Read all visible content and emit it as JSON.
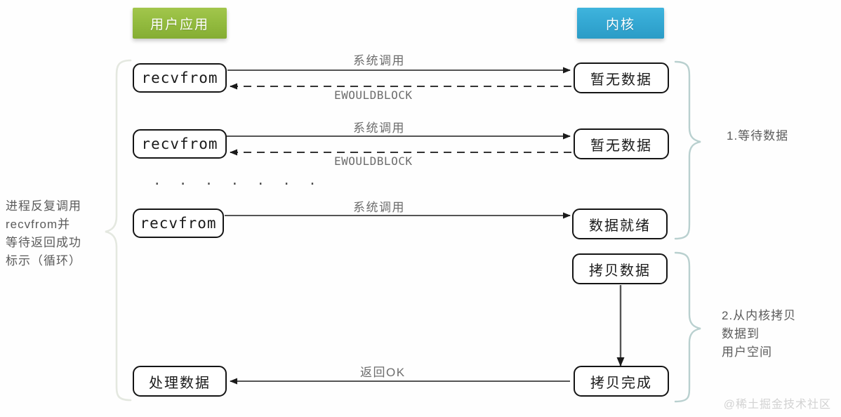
{
  "diagram": {
    "title_user": "用户应用",
    "title_kernel": "内核",
    "watermark": "@稀土掘金技术社区"
  },
  "user_nodes": [
    {
      "id": "recvfrom-1",
      "label": "recvfrom"
    },
    {
      "id": "recvfrom-2",
      "label": "recvfrom"
    },
    {
      "id": "recvfrom-3",
      "label": "recvfrom"
    },
    {
      "id": "process-data",
      "label": "处理数据"
    }
  ],
  "kernel_nodes": [
    {
      "id": "no-data-1",
      "label": "暂无数据"
    },
    {
      "id": "no-data-2",
      "label": "暂无数据"
    },
    {
      "id": "data-ready",
      "label": "数据就绪"
    },
    {
      "id": "copy-data",
      "label": "拷贝数据"
    },
    {
      "id": "copy-done",
      "label": "拷贝完成"
    }
  ],
  "edges": [
    {
      "id": "syscall-1",
      "label": "系统调用",
      "style": "solid",
      "direction": "right"
    },
    {
      "id": "ewouldblock-1",
      "label": "EWOULDBLOCK",
      "style": "dashed",
      "direction": "left"
    },
    {
      "id": "syscall-2",
      "label": "系统调用",
      "style": "solid",
      "direction": "right"
    },
    {
      "id": "ewouldblock-2",
      "label": "EWOULDBLOCK",
      "style": "dashed",
      "direction": "left"
    },
    {
      "id": "syscall-3",
      "label": "系统调用",
      "style": "solid",
      "direction": "right"
    },
    {
      "id": "copy-flow",
      "label": "",
      "style": "solid",
      "direction": "down"
    },
    {
      "id": "return-ok",
      "label": "返回OK",
      "style": "solid",
      "direction": "left"
    }
  ],
  "ellipsis": ". . . . . . .",
  "annotations": {
    "left": "进程反复调用\nrecvfrom并\n等待返回成功\n标示（循环）",
    "right_1": "1.等待数据",
    "right_2": "2.从内核拷贝\n   数据到\n   用户空间"
  },
  "colors": {
    "user_pill": "#93bb3f",
    "kernel_pill": "#34a8d3",
    "node_border": "#151515",
    "edge": "#555555",
    "brace_left": "#e3e7de",
    "brace_right": "#b9d0cf",
    "text_muted": "#6d6d6d",
    "watermark": "#d2d2d2"
  }
}
